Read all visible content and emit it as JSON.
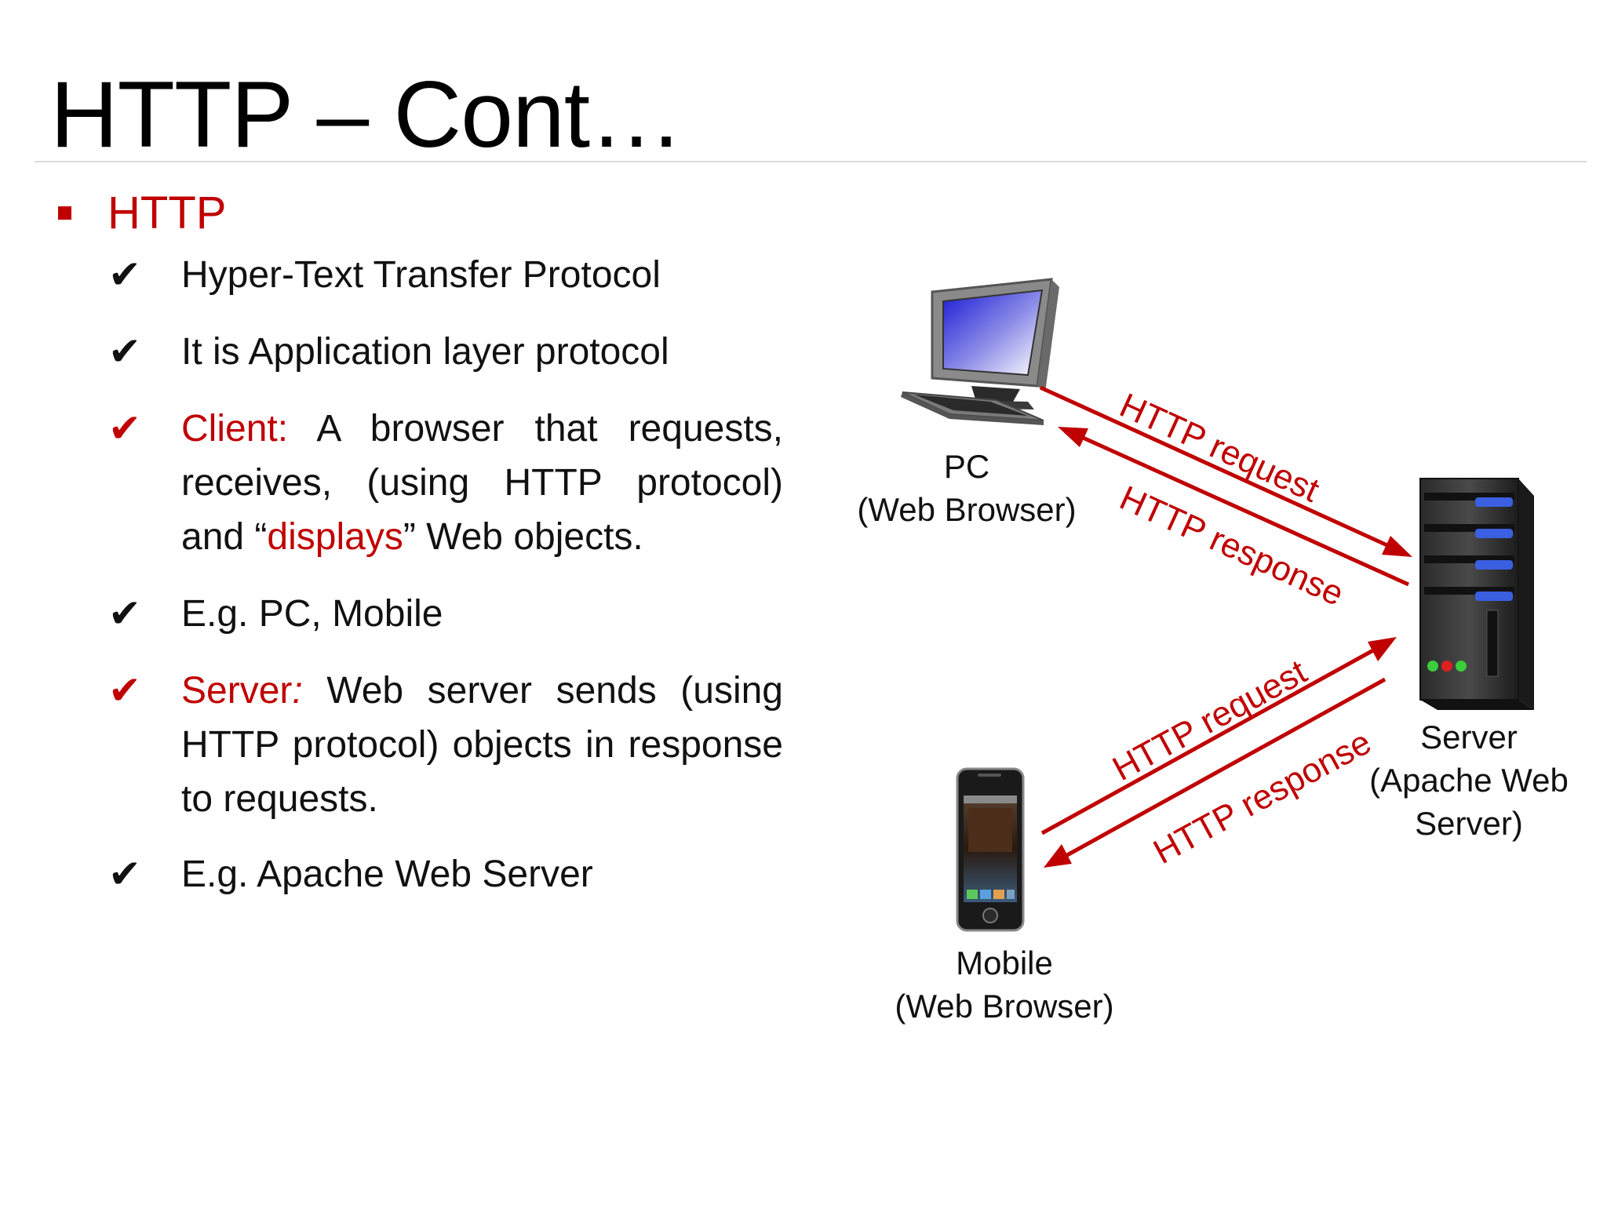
{
  "slide": {
    "title": "HTTP – Cont…",
    "bullet": {
      "label": "HTTP",
      "items": [
        {
          "check": "✔",
          "text": "Hyper-Text Transfer Protocol"
        },
        {
          "check": "✔",
          "text": "It is Application layer protocol"
        },
        {
          "check": "✔",
          "term": "Client:",
          "text_before": " A browser that requests, receives, (using HTTP protocol) and “",
          "highlight": "displays",
          "text_after": "” Web objects."
        },
        {
          "check": "✔",
          "text": "E.g. PC, Mobile"
        },
        {
          "check": "✔",
          "term_main": "Server",
          "term_colon": ":",
          "text": " Web server sends (using HTTP protocol) objects in response to requests."
        },
        {
          "check": "✔",
          "text": "E.g. Apache Web Server"
        }
      ]
    }
  },
  "diagram": {
    "nodes": {
      "pc": {
        "name": "PC",
        "role": "(Web Browser)"
      },
      "mobile": {
        "name": "Mobile",
        "role": "(Web Browser)"
      },
      "server": {
        "line1": "Server",
        "line2": "(Apache Web",
        "line3": "Server)"
      }
    },
    "arrows": {
      "pc_request": "HTTP request",
      "pc_response": "HTTP response",
      "mobile_request": "HTTP request",
      "mobile_response": "HTTP response"
    },
    "colors": {
      "accent_red": "#c00000",
      "screen_blue": "#1a1ad6",
      "server_blue": "#3a5fe0",
      "led_green": "#3ccd3c",
      "led_red": "#e02020"
    }
  }
}
